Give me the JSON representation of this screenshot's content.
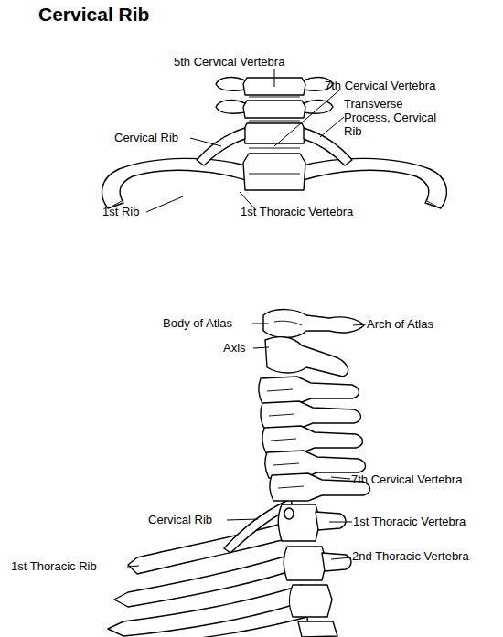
{
  "diagram": {
    "title": "Cervical Rib",
    "labels": [
      "5th Cervical Vertebra",
      "7th Cervical Vertebra",
      "Cervical Rib",
      "Transverse Process, Cervical Rib",
      "1st Rib",
      "1st Thoracic Vertebra",
      "Body of Atlas",
      "Arch of Atlas",
      "Axis",
      "7th Cervical Vertebra",
      "Cervical Rib",
      "1st Thoracic Vertebra",
      "1st Thoracic Rib",
      "2nd Thoracic Vertebra"
    ]
  }
}
